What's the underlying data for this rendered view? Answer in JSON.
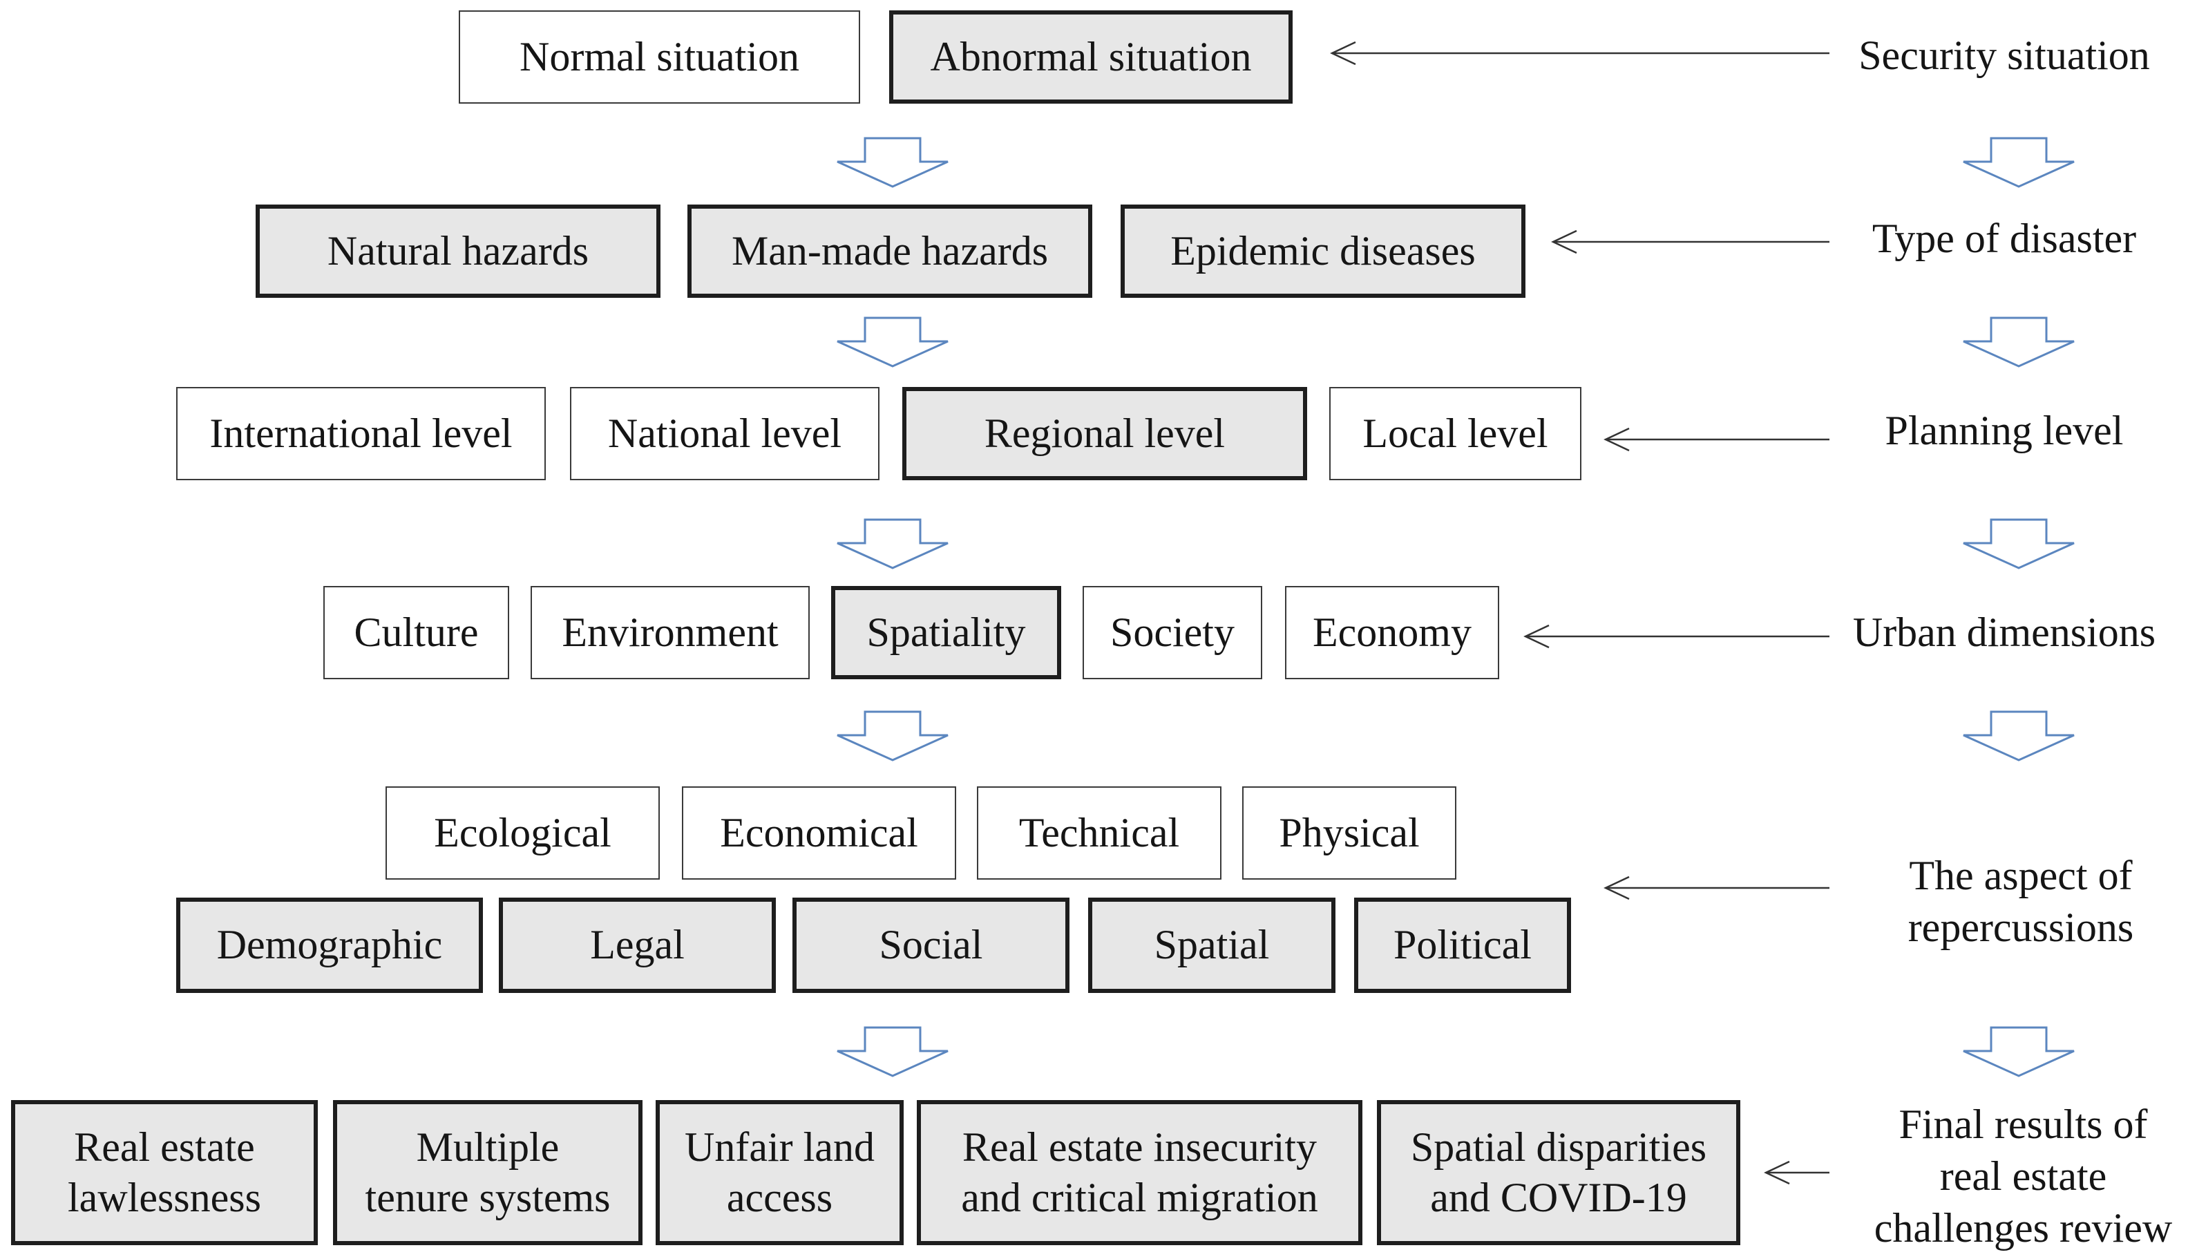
{
  "colors": {
    "box_border": "#3a3a3a",
    "highlight_fill": "#e7e7e7",
    "highlight_border": "#1e1e1e",
    "down_arrow_stroke": "#5b86bf",
    "pointer_arrow_stroke": "#333333"
  },
  "rows": [
    {
      "label": "Security situation",
      "items": [
        {
          "text": "Normal situation",
          "highlighted": false
        },
        {
          "text": "Abnormal situation",
          "highlighted": true
        }
      ]
    },
    {
      "label": "Type of disaster",
      "items": [
        {
          "text": "Natural hazards",
          "highlighted": true
        },
        {
          "text": "Man-made hazards",
          "highlighted": true
        },
        {
          "text": "Epidemic diseases",
          "highlighted": true
        }
      ]
    },
    {
      "label": "Planning level",
      "items": [
        {
          "text": "International level",
          "highlighted": false
        },
        {
          "text": "National level",
          "highlighted": false
        },
        {
          "text": "Regional level",
          "highlighted": true
        },
        {
          "text": "Local level",
          "highlighted": false
        }
      ]
    },
    {
      "label": "Urban dimensions",
      "items": [
        {
          "text": "Culture",
          "highlighted": false
        },
        {
          "text": "Environment",
          "highlighted": false
        },
        {
          "text": "Spatiality",
          "highlighted": true
        },
        {
          "text": "Society",
          "highlighted": false
        },
        {
          "text": "Economy",
          "highlighted": false
        }
      ]
    },
    {
      "label": "The aspect of\nrepercussions",
      "items_top": [
        {
          "text": "Ecological",
          "highlighted": false
        },
        {
          "text": "Economical",
          "highlighted": false
        },
        {
          "text": "Technical",
          "highlighted": false
        },
        {
          "text": "Physical",
          "highlighted": false
        }
      ],
      "items_bottom": [
        {
          "text": "Demographic",
          "highlighted": true
        },
        {
          "text": "Legal",
          "highlighted": true
        },
        {
          "text": "Social",
          "highlighted": true
        },
        {
          "text": "Spatial",
          "highlighted": true
        },
        {
          "text": "Political",
          "highlighted": true
        }
      ]
    },
    {
      "label": "Final results of\nreal estate\nchallenges review",
      "items": [
        {
          "text": "Real estate\nlawlessness",
          "highlighted": true
        },
        {
          "text": "Multiple\ntenure systems",
          "highlighted": true
        },
        {
          "text": "Unfair land\naccess",
          "highlighted": true
        },
        {
          "text": "Real estate insecurity\nand critical migration",
          "highlighted": true
        },
        {
          "text": "Spatial disparities\nand COVID-19",
          "highlighted": true
        }
      ]
    }
  ]
}
